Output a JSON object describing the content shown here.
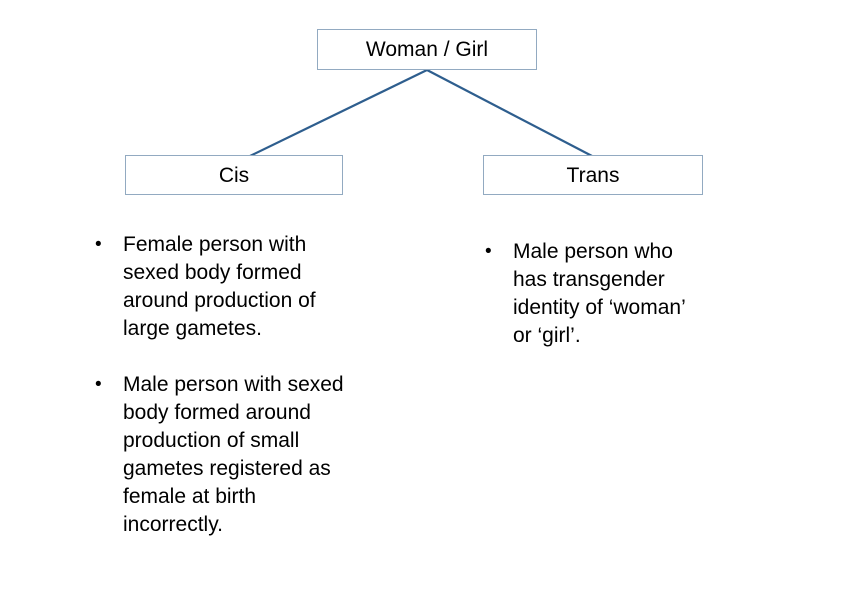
{
  "colors": {
    "connector": "#2e5e8e",
    "box-border": "#92aac1",
    "text": "#000000",
    "background": "#ffffff"
  },
  "tree": {
    "root_label": "Woman / Girl",
    "left_label": "Cis",
    "right_label": "Trans"
  },
  "bullet_glyph": "•",
  "definitions": {
    "cis": [
      "Female person with sexed body formed around production of large gametes.",
      "Male person with sexed body formed around production of small gametes registered as female at birth incorrectly."
    ],
    "trans": [
      "Male person who has transgender identity of ‘woman’ or ‘girl’."
    ]
  }
}
